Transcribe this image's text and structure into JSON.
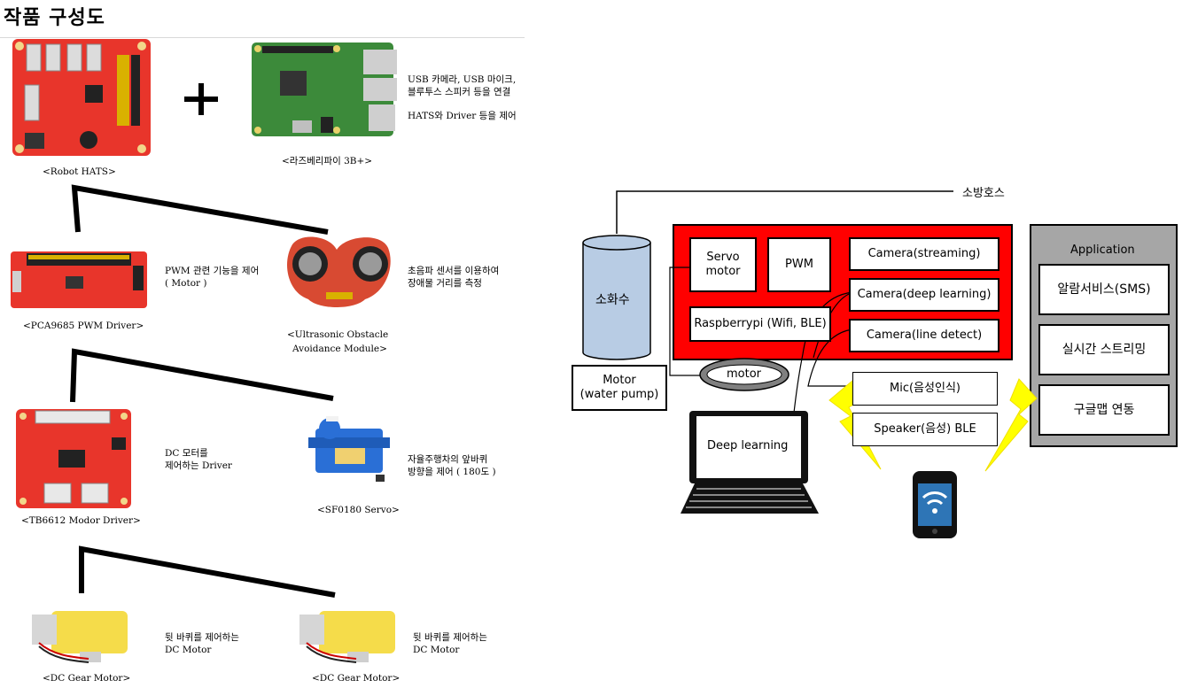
{
  "title": "작품 구성도",
  "left": {
    "robot_hats": {
      "caption": "<Robot HATS>"
    },
    "plus": "+",
    "raspberry": {
      "caption": "<라즈베리파이 3B+>",
      "note1": "USB 카메라, USB 마이크,",
      "note2": "블루투스 스피커 등을 연결",
      "note3": "HATS와 Driver 등을 제어"
    },
    "pwm_driver": {
      "caption": "<PCA9685 PWM Driver>",
      "note1": "PWM 관련 기능을 제어",
      "note2": "( Motor )"
    },
    "ultrasonic": {
      "caption1": "<Ultrasonic Obstacle",
      "caption2": "Avoidance Module>",
      "note1": "초음파 센서를 이용하여",
      "note2": "장애물 거리를 측정"
    },
    "motor_driver": {
      "caption": "<TB6612 Modor Driver>",
      "note1": "DC 모터를",
      "note2": "제어하는 Driver"
    },
    "servo": {
      "caption": "<SF0180 Servo>",
      "note1": "자율주행차의 앞바퀴",
      "note2": "방향을 제어 ( 180도 )"
    },
    "gear_motor_1": {
      "caption": "<DC Gear Motor>",
      "note1": "뒷 바퀴를 제어하는",
      "note2": "DC Motor"
    },
    "gear_motor_2": {
      "caption": "<DC Gear Motor>",
      "note1": "뒷 바퀴를 제어하는",
      "note2": "DC Motor"
    }
  },
  "right": {
    "hose_label": "소방호스",
    "tank_label": "소화수",
    "pump_line1": "Motor",
    "pump_line2": "(water pump)",
    "servo_line1": "Servo",
    "servo_line2": "motor",
    "pwm": "PWM",
    "cam_streaming": "Camera(streaming)",
    "cam_deep": "Camera(deep learning)",
    "cam_line": "Camera(line detect)",
    "raspberrypi": "Raspberrypi (Wifi, BLE)",
    "motor": "motor",
    "mic": "Mic(음성인식)",
    "speaker": "Speaker(음성) BLE",
    "laptop_label": "Deep learning",
    "app_title": "Application",
    "app_alarm": "알람서비스(SMS)",
    "app_stream": "실시간 스트리밍",
    "app_map": "구글맵 연동"
  },
  "colors": {
    "red": "#ff0000",
    "board_red": "#e8352b",
    "tank_blue": "#b8cce4",
    "app_gray": "#a6a6a6",
    "bolt_yellow": "#ffff00",
    "motor_yellow": "#f5dc4a",
    "servo_blue": "#2a6fd6"
  }
}
